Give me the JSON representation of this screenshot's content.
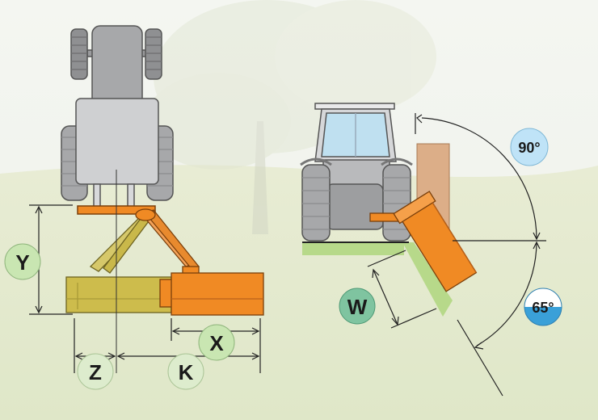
{
  "dimension_labels": {
    "y": "Y",
    "z": "Z",
    "k": "K",
    "x": "X",
    "w": "W"
  },
  "angle_labels": {
    "up": "90°",
    "down": "65°"
  },
  "colors": {
    "mower_orange": "#f08a24",
    "mower_olive": "#c9b84a",
    "grass_green": "#b7d98a",
    "tractor_grey": "#c8c9cb",
    "label_green": "#c9e6b2",
    "label_teal": "#7fc4a0",
    "angle_blue": "#bfe3f7"
  }
}
